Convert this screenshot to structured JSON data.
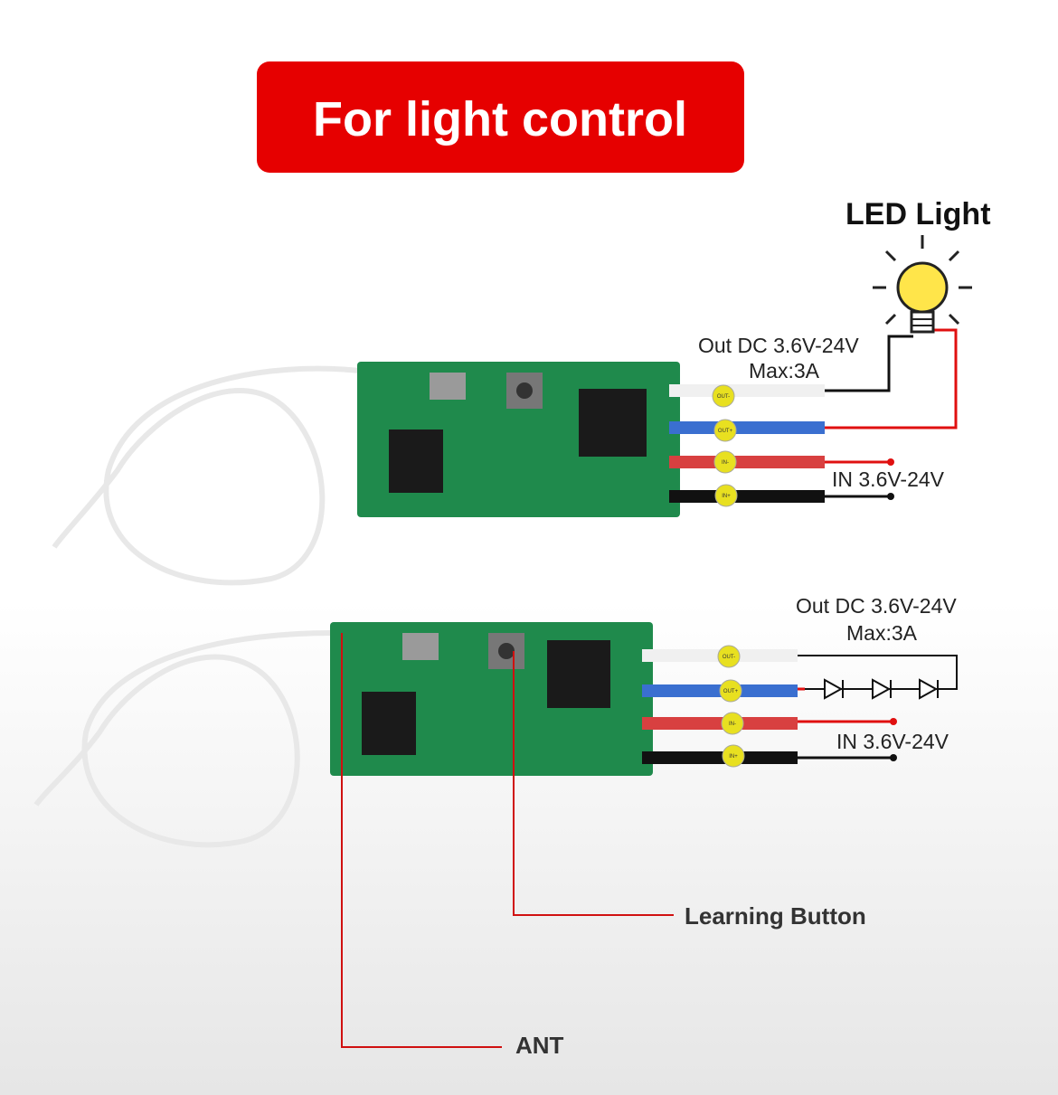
{
  "title": "For light control",
  "top_diagram": {
    "load_label": "LED Light",
    "output_label": "Out DC 3.6V-24V",
    "output_max": "Max:3A",
    "input_label": "IN 3.6V-24V",
    "pads": [
      "OUT-",
      "OUT+",
      "IN-",
      "IN+"
    ]
  },
  "bottom_diagram": {
    "output_label": "Out DC 3.6V-24V",
    "output_max": "Max:3A",
    "input_label": "IN 3.6V-24V",
    "pads": [
      "OUT-",
      "OUT+",
      "IN-",
      "IN+"
    ]
  },
  "callouts": {
    "learning_button": "Learning Button",
    "antenna": "ANT"
  },
  "colors": {
    "title_bg": "#e60000",
    "pcb": "#1f8a4c",
    "wire_white": "#f2f2f2",
    "wire_blue": "#3a6fd0",
    "wire_red": "#d84040",
    "wire_black": "#111111",
    "pad": "#e8e020",
    "callout_line": "#d01010"
  }
}
